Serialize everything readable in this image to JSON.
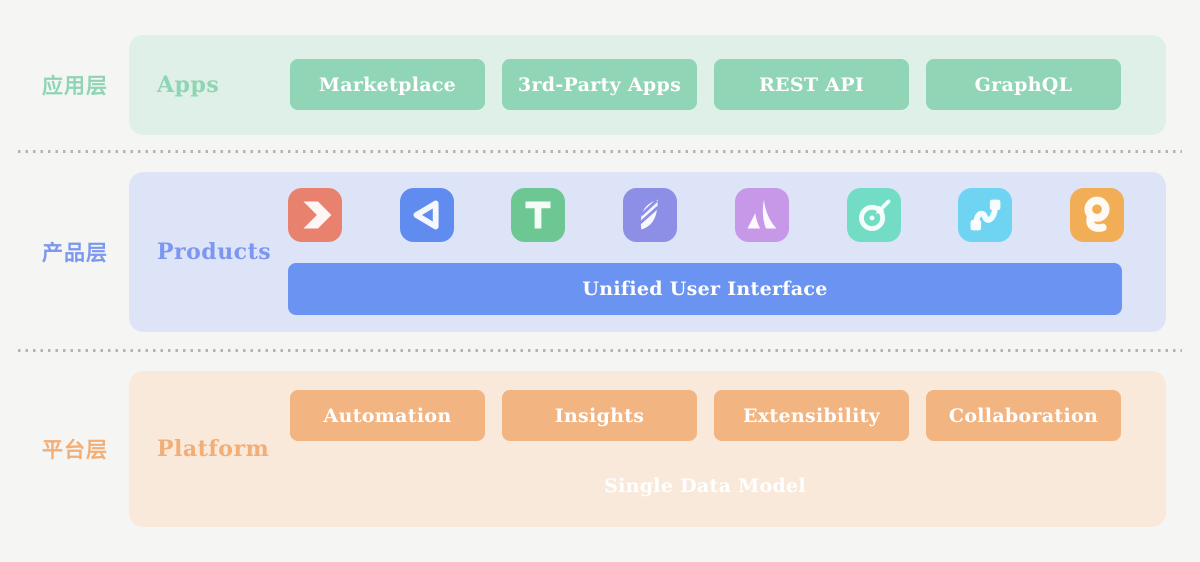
{
  "layers": {
    "apps": {
      "label_cn": "应用层",
      "label": "Apps",
      "accent_color": "#8fd5b4",
      "section_bg": "#def0e7",
      "button_bg": "#90d5b5",
      "buttons": [
        "Marketplace",
        "3rd-Party Apps",
        "REST API",
        "GraphQL"
      ]
    },
    "products": {
      "label_cn": "产品层",
      "label": "Products",
      "accent_color": "#7b97f0",
      "section_bg": "#dde4f8",
      "bar_bg": "#6b93f1",
      "bar_label": "Unified User Interface",
      "icons": [
        {
          "name": "chevron-arrow-icon",
          "color": "#e8826e"
        },
        {
          "name": "triangle-loop-icon",
          "color": "#5f8cee"
        },
        {
          "name": "letter-t-icon",
          "color": "#6cc793"
        },
        {
          "name": "feather-icon",
          "color": "#8d8fe6"
        },
        {
          "name": "mountain-a-icon",
          "color": "#c898e8"
        },
        {
          "name": "target-arrow-icon",
          "color": "#72ddc4"
        },
        {
          "name": "connector-flow-icon",
          "color": "#6fd3f2"
        },
        {
          "name": "q-loupe-icon",
          "color": "#f2ae57"
        }
      ]
    },
    "platform": {
      "label_cn": "平台层",
      "label": "Platform",
      "accent_color": "#f2ae77",
      "section_bg": "#f9e9db",
      "button_bg": "#f2b481",
      "buttons": [
        "Automation",
        "Insights",
        "Extensibility",
        "Collaboration"
      ],
      "bar_label": "Single Data Model"
    }
  }
}
